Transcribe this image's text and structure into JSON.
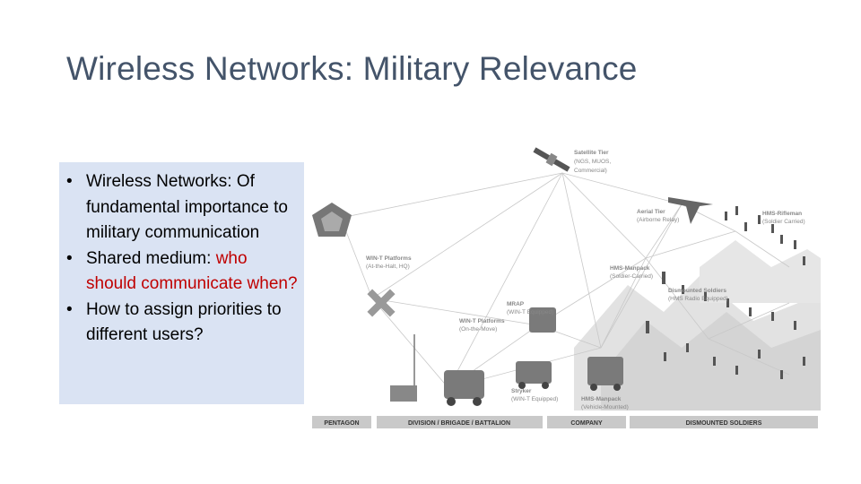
{
  "slide": {
    "title": "Wireless Networks: Military Relevance"
  },
  "bullets": {
    "b1": "Wireless Networks: Of fundamental importance to military communication",
    "b2_plain": "Shared medium: ",
    "b2_red": "who should communicate when?",
    "b3": "How to assign priorities to different users?"
  },
  "diagram": {
    "labels": {
      "satellite": "Satellite Tier",
      "satellite_sub1": "(NGS, MUOS,",
      "satellite_sub2": "Commercial)",
      "aerial": "Aerial Tier",
      "aerial_sub": "(Airborne Relay)",
      "hms_rifleman": "HMS-Rifleman",
      "hms_rifleman_sub": "(Soldier Carried)",
      "wint_halt": "WIN-T Platforms",
      "wint_halt_sub": "(At-the-Halt, HQ)",
      "hms_manpack_top": "HMS-Manpack",
      "hms_manpack_top_sub": "(Soldier-Carried)",
      "dismounted": "Dismounted Soldiers",
      "dismounted_sub": "(HMS Radio Equipped)",
      "mrap": "MRAP",
      "mrap_sub": "(WIN-T Equipped)",
      "wint_move": "WIN-T Platforms",
      "wint_move_sub": "(On-the-Move)",
      "stryker": "Stryker",
      "stryker_sub": "(WIN-T Equipped)",
      "hms_manpack_bottom": "HMS-Manpack",
      "hms_manpack_bottom_sub": "(Vehicle-Mounted)"
    },
    "bar": [
      "PENTAGON",
      "DIVISION / BRIGADE / BATTALION",
      "COMPANY",
      "DISMOUNTED SOLDIERS"
    ]
  }
}
